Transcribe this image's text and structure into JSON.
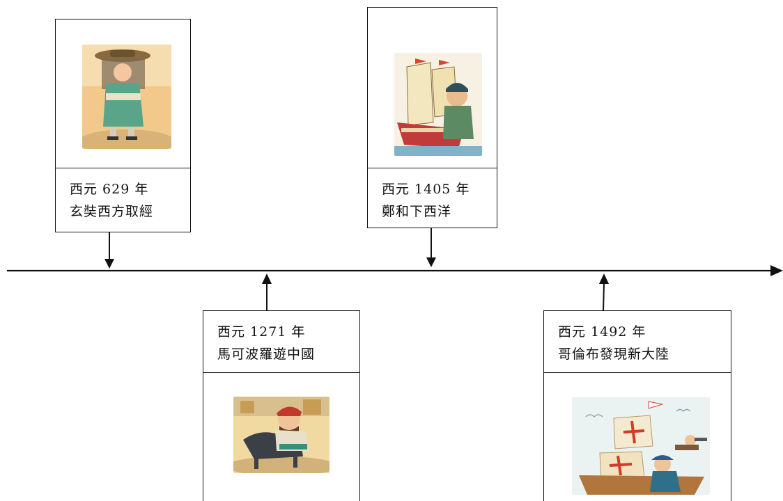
{
  "events": [
    {
      "year": "西元 629 年",
      "title": "玄奘西方取經",
      "picture_icon": "monk-traveler-illustration"
    },
    {
      "year": "西元 1271 年",
      "title": "馬可波羅遊中國",
      "picture_icon": "marco-polo-horse-illustration"
    },
    {
      "year": "西元 1405 年",
      "title": "鄭和下西洋",
      "picture_icon": "zheng-he-treasure-ship-illustration"
    },
    {
      "year": "西元 1492 年",
      "title": "哥倫布發現新大陸",
      "picture_icon": "columbus-ship-illustration"
    }
  ],
  "colors": {
    "line": "#111111"
  }
}
